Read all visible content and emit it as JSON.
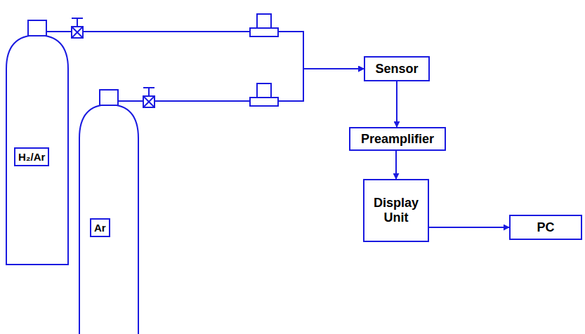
{
  "diagram": {
    "nodes": [
      {
        "text": [
          "H₂/Ar"
        ]
      },
      {
        "text": [
          "Ar"
        ]
      },
      {
        "text": [
          "Sensor"
        ]
      },
      {
        "text": [
          "Preamplifier"
        ]
      },
      {
        "text": [
          "Display Unit"
        ]
      },
      {
        "text": [
          "PC"
        ]
      }
    ],
    "edges": [
      {
        "from": 0,
        "to": 2,
        "arrow": "to"
      },
      {
        "from": 1,
        "to": 2,
        "arrow": "to"
      },
      {
        "from": 2,
        "to": 3,
        "arrow": "to"
      },
      {
        "from": 3,
        "to": 4,
        "arrow": "to"
      },
      {
        "from": 4,
        "to": 5,
        "arrow": "to"
      }
    ]
  }
}
